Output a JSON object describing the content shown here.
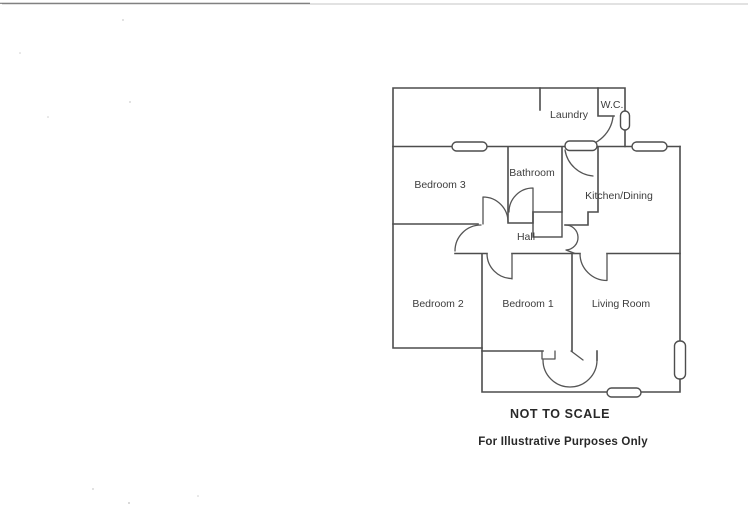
{
  "floorplan": {
    "rooms": [
      {
        "label": "Laundry"
      },
      {
        "label": "W.C."
      },
      {
        "label": "Bedroom 3"
      },
      {
        "label": "Bathroom"
      },
      {
        "label": "Kitchen/Dining"
      },
      {
        "label": "Hall"
      },
      {
        "label": "Bedroom 2"
      },
      {
        "label": "Bedroom 1"
      },
      {
        "label": "Living Room"
      }
    ],
    "annotations": {
      "scale_note": "NOT TO SCALE",
      "purpose_note": "For Illustrative Purposes Only"
    },
    "colors": {
      "wall": "#4d4d4d",
      "label_text": "#3d3d3d",
      "annotation_text": "#282828",
      "paper": "#ffffff"
    }
  }
}
